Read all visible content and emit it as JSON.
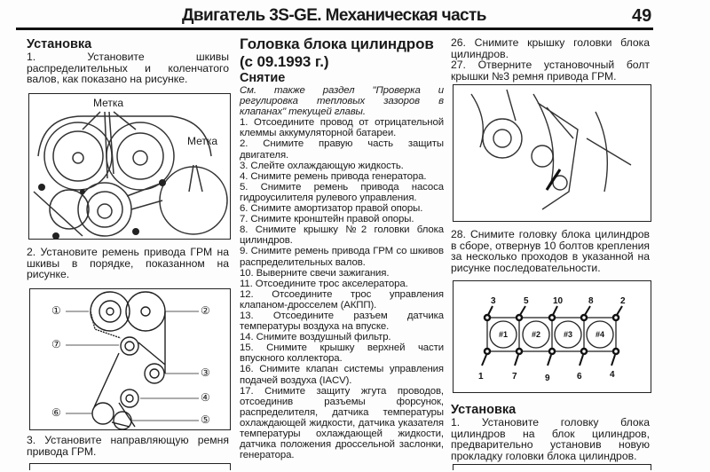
{
  "header": {
    "title": "Двигатель 3S-GE. Механическая часть",
    "page_number": "49"
  },
  "left": {
    "heading": "Установка",
    "step1": "1. Установите шкивы распределительных и коленчатого валов, как показано на рисунке.",
    "fig1_labels": [
      "Метка",
      "Метка"
    ],
    "step2": "2. Установите ремень привода ГРМ на шкивы в порядке, показанном на рисунке.",
    "fig2_labels": [
      "①",
      "②",
      "⑦",
      "③",
      "④",
      "⑥",
      "⑤"
    ],
    "step3": "3. Установите направляющую ремня привода ГРМ."
  },
  "middle": {
    "title": "Головка блока цилиндров (с 09.1993 г.)",
    "subheading": "Снятие",
    "note": "См. также раздел \"Проверка и регулировка тепловых зазоров в клапанах\" текущей главы.",
    "steps": [
      "1. Отсоедините провод от отрицательной клеммы аккумуляторной батареи.",
      "2. Снимите правую часть защиты двигателя.",
      "3. Слейте охлаждающую жидкость.",
      "4. Снимите ремень привода генератора.",
      "5. Снимите ремень привода насоса гидроусилителя рулевого управления.",
      "6. Снимите амортизатор правой опоры.",
      "7. Снимите кронштейн правой опоры.",
      "8. Снимите крышку №2 головки блока цилиндров.",
      "9. Снимите ремень привода ГРМ со шкивов распределительных валов.",
      "10. Выверните свечи зажигания.",
      "11. Отсоедините трос акселератора.",
      "12. Отсоедините трос управления клапаном-дросселем (АКПП).",
      "13. Отсоедините разъем датчика температуры воздуха на впуске.",
      "14. Снимите воздушный фильтр.",
      "15. Снимите крышку верхней части впускного коллектора.",
      "16. Снимите клапан системы управления подачей воздуха (IACV).",
      "17. Снимите защиту жгута проводов, отсоединив разъемы форсунок, распределителя, датчика температуры охлаждающей жидкости, датчика указателя температуры охлаждающей жидкости, датчика положения дроссельной заслонки, генератора."
    ]
  },
  "right": {
    "step26": "26. Снимите крышку головки блока цилиндров.",
    "step27": "27. Отверните установочный болт крышки №3 ремня привода ГРМ.",
    "step28": "28. Снимите головку блока цилиндров в сборе, отвернув 10 болтов крепления за несколько проходов в указанной на рисунке последовательности.",
    "bolt_top": [
      "3",
      "5",
      "10",
      "8",
      "2"
    ],
    "bolt_bottom": [
      "1",
      "7",
      "9",
      "6",
      "4"
    ],
    "cylinders": [
      "#1",
      "#2",
      "#3",
      "#4"
    ],
    "heading": "Установка",
    "install1": "1. Установите головку блока цилиндров на блок цилиндров, предварительно установив новую прокладку головки блока цилиндров."
  }
}
